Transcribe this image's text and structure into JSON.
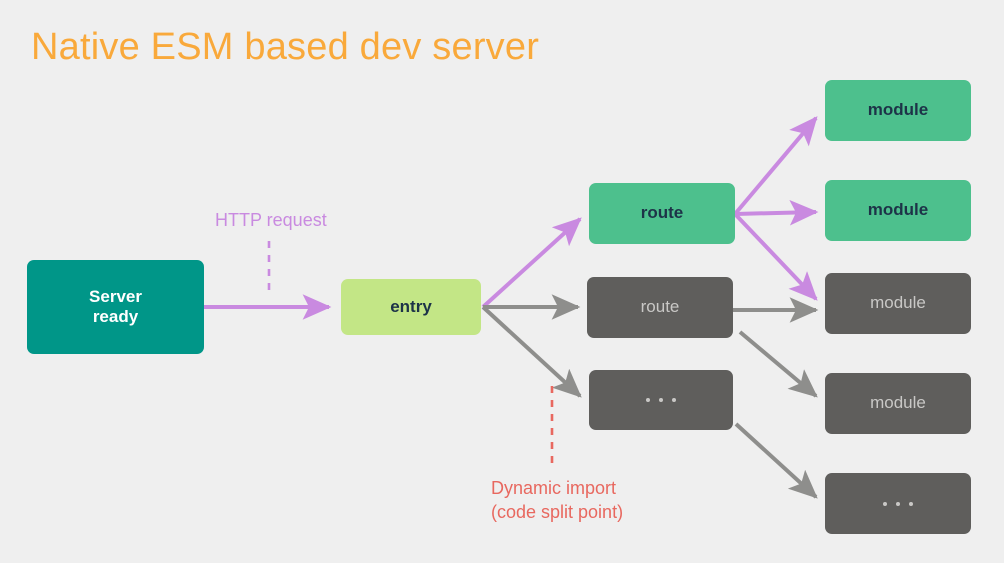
{
  "slide": {
    "title": "Native ESM based dev server",
    "background_color": "#efefef",
    "title_color": "#f9a93b"
  },
  "palette": {
    "teal": "#009688",
    "light_green": "#c3e686",
    "green": "#4dc08d",
    "gray": "#5f5e5c",
    "gray_text": "#c9c8c6",
    "dark_text": "#1d3348",
    "purple": "#c98ae0",
    "arrow_gray": "#8e8e8c",
    "salmon": "#e8685f"
  },
  "nodes": {
    "server": {
      "label": "Server\nready"
    },
    "entry": {
      "label": "entry"
    },
    "route_green": {
      "label": "route"
    },
    "route_gray": {
      "label": "route"
    },
    "dots_middle": {
      "label": "..."
    },
    "module_1": {
      "label": "module"
    },
    "module_2": {
      "label": "module"
    },
    "module_3": {
      "label": "module"
    },
    "module_4": {
      "label": "module"
    },
    "dots_bottom_right": {
      "label": "..."
    }
  },
  "annotations": {
    "http_request": "HTTP request",
    "dynamic_import": "Dynamic import\n(code split point)"
  }
}
